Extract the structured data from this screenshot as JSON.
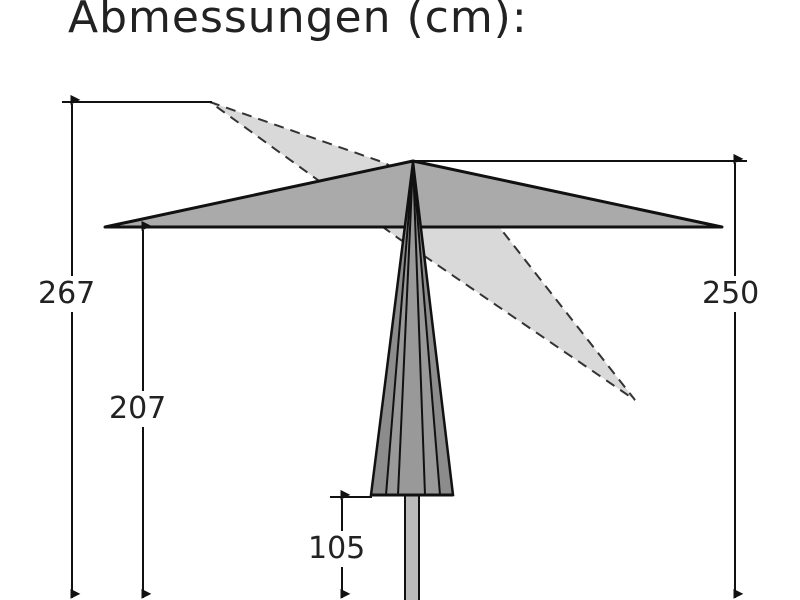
{
  "title": "Abmessungen (cm):",
  "dimensions": {
    "total_height": "267",
    "canopy_clearance": "207",
    "open_height": "250",
    "pole_base": "105"
  },
  "colors": {
    "canopy": "#aaaaaa",
    "tilted_canopy": "#d9d9d9",
    "bundle": "#8c8c8c",
    "line": "#111111"
  }
}
